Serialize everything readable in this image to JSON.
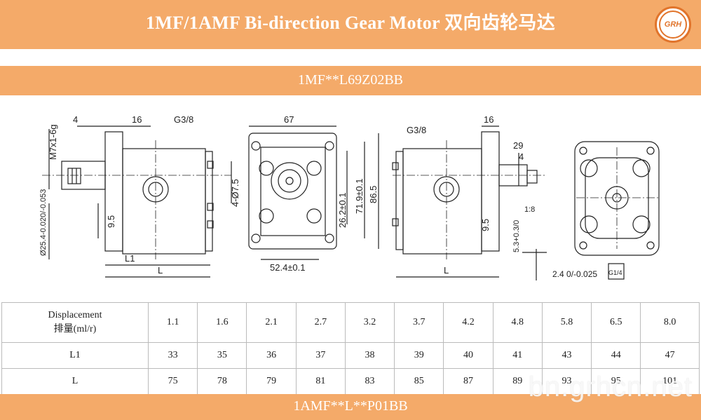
{
  "header": {
    "title": "1MF/1AMF Bi-direction Gear Motor 双向齿轮马达",
    "logo_text": "GRH"
  },
  "model_top": "1MF**L69Z02BB",
  "model_bottom": "1AMF**L**P01BB",
  "watermark": "bn.grhcn.net",
  "drawing_labels": {
    "d1_4": "4",
    "d1_16": "16",
    "d1_g38": "G3/8",
    "d1_thread": "M7x1-6g",
    "d1_9_5": "9.5",
    "d1_dia": "Ø25.4-0.020/-0.053",
    "d1_L1": "L1",
    "d1_L": "L",
    "d2_67": "67",
    "d2_bolt": "4-Ø7.5",
    "d2_26": "26.2±0.1",
    "d2_71": "71.9±0.1",
    "d2_86": "86.5",
    "d2_52": "52.4±0.1",
    "d3_g38": "G3/8",
    "d3_16": "16",
    "d3_29": "29",
    "d3_4": "4",
    "d3_taper": "1:8",
    "d3_9_5": "9.5",
    "d3_L": "L",
    "d3_5_3": "5.3+0.3/0",
    "d3_2_4": "2.4 0/-0.025",
    "d3_g14": "G1/4"
  },
  "table": {
    "header_label_en": "Displacement",
    "header_label_cn": "排量(ml/r)",
    "displacement": [
      "1.1",
      "1.6",
      "2.1",
      "2.7",
      "3.2",
      "3.7",
      "4.2",
      "4.8",
      "5.8",
      "6.5",
      "8.0"
    ],
    "rows": [
      {
        "label": "L1",
        "values": [
          "33",
          "35",
          "36",
          "37",
          "38",
          "39",
          "40",
          "41",
          "43",
          "44",
          "47"
        ]
      },
      {
        "label": "L",
        "values": [
          "75",
          "78",
          "79",
          "81",
          "83",
          "85",
          "87",
          "89",
          "93",
          "95",
          "101"
        ]
      }
    ]
  }
}
